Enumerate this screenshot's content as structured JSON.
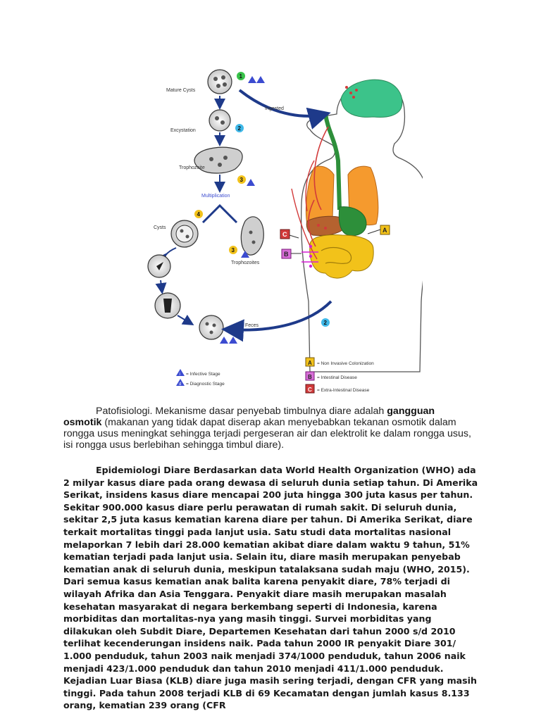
{
  "figure": {
    "labels": {
      "mature_cysts": "Mature Cysts",
      "excystation": "Excystation",
      "trophozoite": "Trophozoite",
      "multiplication": "Multiplication",
      "cysts": "Cysts",
      "trophozoites": "Trophozoites",
      "ingested": "Ingested",
      "feces": "Feces"
    },
    "step_numbers": [
      "1",
      "2",
      "3",
      "4",
      "3",
      "2"
    ],
    "box_letters": {
      "a": "A",
      "b": "B",
      "c": "C"
    },
    "legend": {
      "infective": "= Infective Stage",
      "diagnostic": "= Diagnostic Stage",
      "icon_i": "i",
      "icon_d": "d"
    },
    "disease_legend": {
      "a": "= Non Invasive Colonization",
      "b": "= Intestinal Disease",
      "c": "= Extra-Intestinal Disease"
    },
    "colors": {
      "brain": "#3cc38a",
      "lung": "#f59a2e",
      "liver": "#b5622f",
      "stomach": "#2d8f3a",
      "intestine": "#f2c21a",
      "arrow": "#1e3a8a",
      "blood": "#d23a3a"
    }
  },
  "para1": {
    "before": "Patofisiologi. Mekanisme dasar penyebab timbulnya diare adalah ",
    "bold": "gangguan osmotik",
    "after": " (makanan yang tidak dapat diserap akan menyebabkan tekanan osmotik dalam rongga usus meningkat sehingga terjadi pergeseran air dan elektrolit ke dalam rongga usus, isi rongga usus berlebihan sehingga timbul diare)."
  },
  "para2": "Epidemiologi Diare Berdasarkan data World Health Organization (WHO) ada 2 milyar kasus diare pada orang dewasa di seluruh dunia setiap tahun. Di Amerika Serikat, insidens kasus diare mencapai 200 juta hingga 300 juta kasus per tahun. Sekitar 900.000 kasus diare perlu perawatan di rumah sakit. Di seluruh dunia, sekitar 2,5 juta kasus kematian karena diare per tahun. Di Amerika Serikat, diare terkait mortalitas tinggi pada lanjut usia. Satu studi data mortalitas nasional melaporkan 7 lebih dari 28.000 kematian akibat diare dalam waktu 9 tahun, 51% kematian terjadi pada lanjut usia. Selain itu, diare masih merupakan penyebab kematian anak di seluruh dunia, meskipun tatalaksana sudah maju (WHO, 2015). Dari semua kasus kematian anak balita karena penyakit diare, 78% terjadi di wilayah Afrika dan Asia Tenggara. Penyakit diare masih merupakan masalah kesehatan masyarakat di negara berkembang seperti di Indonesia, karena morbiditas dan mortalitas-nya yang masih tinggi. Survei morbiditas yang dilakukan oleh Subdit Diare, Departemen Kesehatan dari tahun 2000 s/d 2010 terlihat kecenderungan insidens naik. Pada tahun 2000 IR penyakit Diare 301/ 1.000 penduduk, tahun 2003 naik menjadi 374/1000 penduduk, tahun 2006 naik menjadi 423/1.000 penduduk dan tahun 2010 menjadi 411/1.000 penduduk. Kejadian Luar Biasa (KLB) diare juga masih sering terjadi, dengan CFR yang masih tinggi. Pada tahun 2008 terjadi KLB di 69 Kecamatan dengan jumlah kasus 8.133 orang, kematian 239 orang (CFR"
}
